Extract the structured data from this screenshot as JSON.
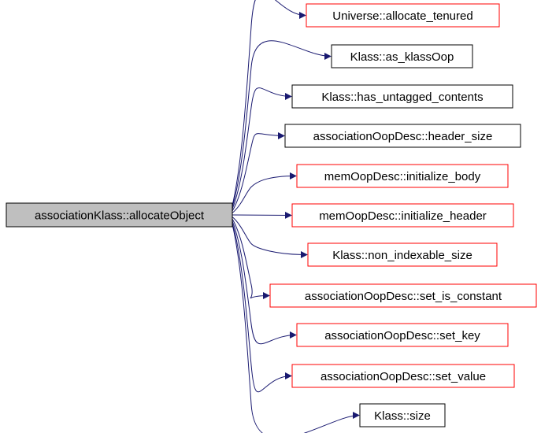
{
  "root": {
    "label": "associationKlass::allocateObject",
    "fill": "#bfbfbf",
    "border": "#000000"
  },
  "edge_color": "#191970",
  "callees": [
    {
      "label": "Universe::allocate_tenured",
      "border": "#ff0000"
    },
    {
      "label": "Klass::as_klassOop",
      "border": "#000000"
    },
    {
      "label": "Klass::has_untagged_contents",
      "border": "#000000"
    },
    {
      "label": "associationOopDesc::header_size",
      "border": "#000000"
    },
    {
      "label": "memOopDesc::initialize_body",
      "border": "#ff0000"
    },
    {
      "label": "memOopDesc::initialize_header",
      "border": "#ff0000"
    },
    {
      "label": "Klass::non_indexable_size",
      "border": "#ff0000"
    },
    {
      "label": "associationOopDesc::set_is_constant",
      "border": "#ff0000"
    },
    {
      "label": "associationOopDesc::set_key",
      "border": "#ff0000"
    },
    {
      "label": "associationOopDesc::set_value",
      "border": "#ff0000"
    },
    {
      "label": "Klass::size",
      "border": "#000000"
    }
  ]
}
